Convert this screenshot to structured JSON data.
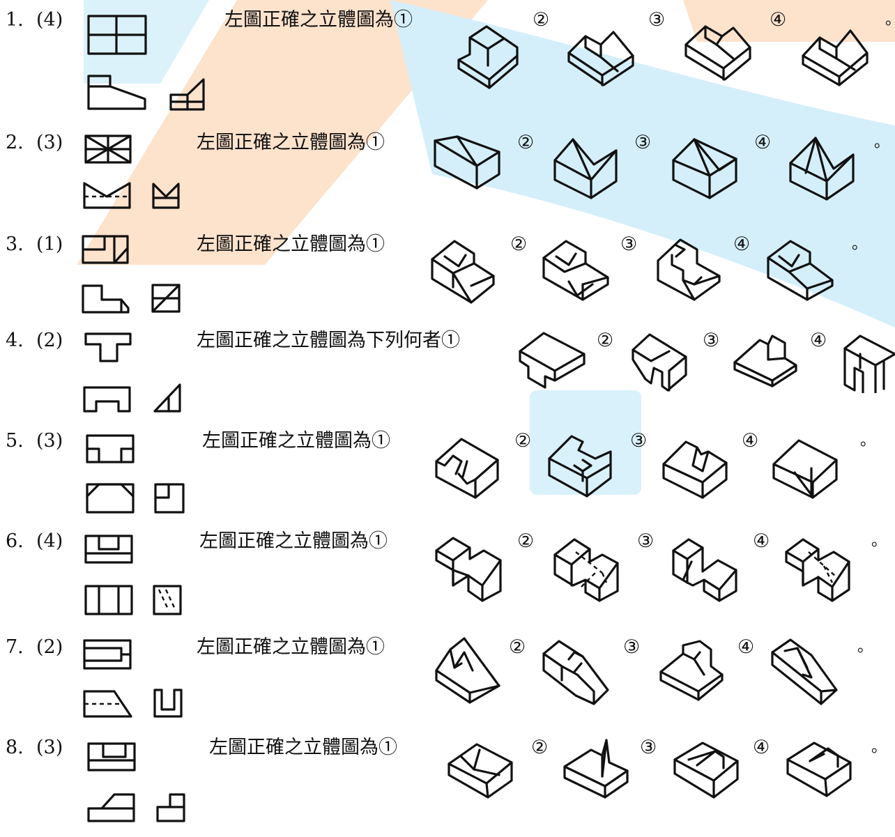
{
  "questions": [
    {
      "num": "1.",
      "answer": "(4)",
      "text": "左圖正確之立體圖為①",
      "opt2": "②",
      "opt3": "③",
      "opt4": "④",
      "end": "。"
    },
    {
      "num": "2.",
      "answer": "(3)",
      "text": "左圖正確之立體圖為①",
      "opt2": "②",
      "opt3": "③",
      "opt4": "④",
      "end": "。"
    },
    {
      "num": "3.",
      "answer": "(1)",
      "text": "左圖正確之立體圖為①",
      "opt2": "②",
      "opt3": "③",
      "opt4": "④",
      "end": "。"
    },
    {
      "num": "4.",
      "answer": "(2)",
      "text": "左圖正確之立體圖為下列何者①",
      "opt2": "②",
      "opt3": "③",
      "opt4": "④",
      "end": ""
    },
    {
      "num": "5.",
      "answer": "(3)",
      "text": "左圖正確之立體圖為①",
      "opt2": "②",
      "opt3": "③",
      "opt4": "④",
      "end": "。"
    },
    {
      "num": "6.",
      "answer": "(4)",
      "text": "左圖正確之立體圖為①",
      "opt2": "②",
      "opt3": "③",
      "opt4": "④",
      "end": "。"
    },
    {
      "num": "7.",
      "answer": "(2)",
      "text": "左圖正確之立體圖為①",
      "opt2": "②",
      "opt3": "③",
      "opt4": "④",
      "end": "。"
    },
    {
      "num": "8.",
      "answer": "(3)",
      "text": "左圖正確之立體圖為①",
      "opt2": "②",
      "opt3": "③",
      "opt4": "④",
      "end": "。"
    }
  ],
  "colors": {
    "watermark_orange": "#fbd3b3",
    "watermark_blue": "#bfe7f7",
    "ink": "#111111"
  }
}
